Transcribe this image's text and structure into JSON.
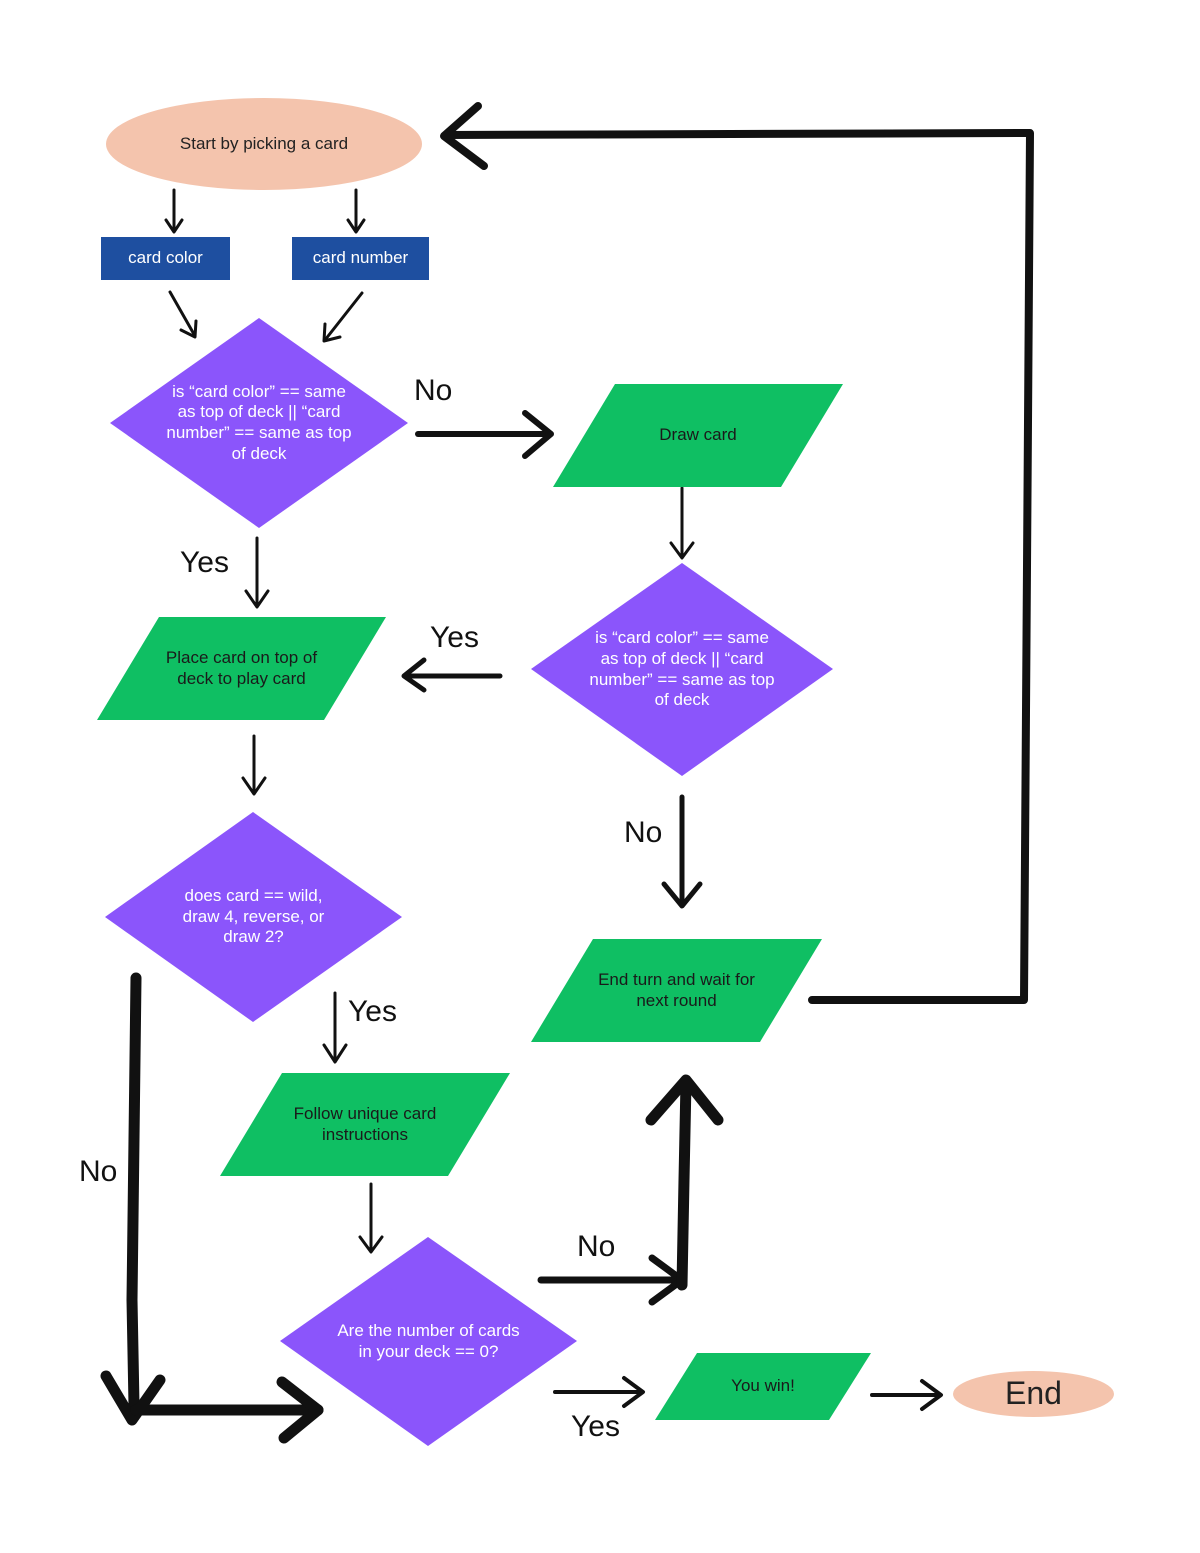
{
  "colors": {
    "oval": "#f4c4ad",
    "rect": "#1e4fa0",
    "diamond": "#8b55fb",
    "parallelogram": "#0fbf63",
    "arrow": "#111111"
  },
  "nodes": {
    "start": "Start by picking a card",
    "card_color": "card color",
    "card_number": "card number",
    "decision1": "is “card color” == same as top of deck || “card number” == same as top of deck",
    "draw_card": "Draw card",
    "decision2": "is “card color” == same as top of deck || “card number” == same as top of deck",
    "place_card": "Place card on top of deck to play card",
    "decision_special": "does card == wild, draw 4, reverse, or draw 2?",
    "end_turn": "End turn and wait for next round",
    "follow_instructions": "Follow unique card instructions",
    "decision_zero": "Are the number of cards in your deck == 0?",
    "you_win": "You win!",
    "end": "End"
  },
  "labels": {
    "no_1": "No",
    "yes_1": "Yes",
    "yes_2": "Yes",
    "no_2": "No",
    "no_3": "No",
    "yes_3": "Yes",
    "no_4": "No",
    "yes_4": "Yes"
  }
}
